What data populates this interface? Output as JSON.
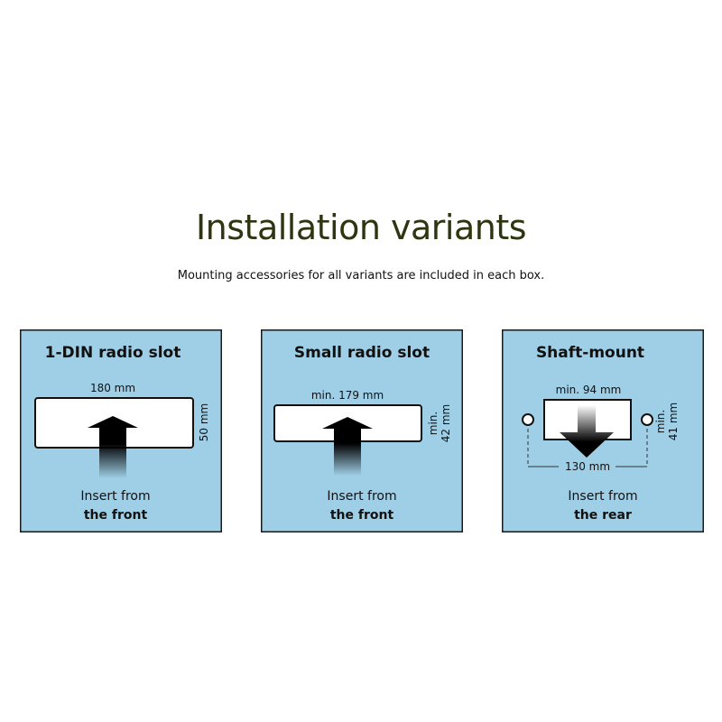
{
  "title": "Installation variants",
  "subtitle": "Mounting accessories for all variants are included in each box.",
  "colors": {
    "panel_bg": "#9fcfe6",
    "title": "#2f3510",
    "border": "#1a1a1a"
  },
  "panels": [
    {
      "heading": "1-DIN radio slot",
      "width_label": "180 mm",
      "height_label": [
        "50 mm"
      ],
      "insert_line1": "Insert from",
      "insert_line2": "the front",
      "arrow": "arrow-up"
    },
    {
      "heading": "Small radio slot",
      "width_label": "min. 179 mm",
      "height_label": [
        "min.",
        "42 mm"
      ],
      "insert_line1": "Insert from",
      "insert_line2": "the front",
      "arrow": "arrow-up"
    },
    {
      "heading": "Shaft-mount",
      "width_label": "min. 94 mm",
      "height_label": [
        "min.",
        "41 mm"
      ],
      "spacing_label": "130 mm",
      "insert_line1": "Insert from",
      "insert_line2": "the rear",
      "arrow": "arrow-down"
    }
  ]
}
